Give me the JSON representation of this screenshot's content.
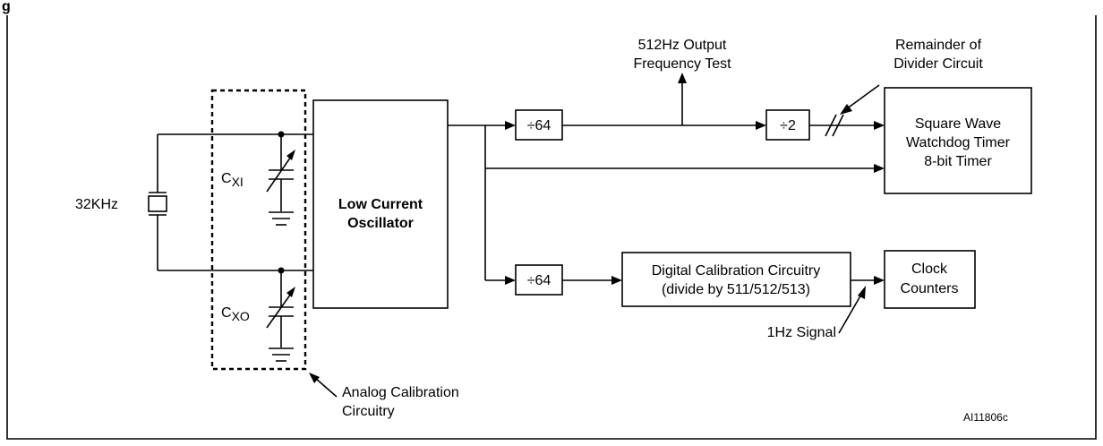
{
  "figure": {
    "title_fragment": "g"
  },
  "components": {
    "crystal": "32KHz",
    "oscillator_line1": "Low Current",
    "oscillator_line2": "Oscillator",
    "cap_xi_main": "C",
    "cap_xi_sub": "XI",
    "cap_xo_main": "C",
    "cap_xo_sub": "XO",
    "divider_64_top": "÷64",
    "divider_64_bottom": "÷64",
    "divider_2": "÷2",
    "square_wave_line1": "Square Wave",
    "square_wave_line2": "Watchdog Timer",
    "square_wave_line3": "8-bit Timer",
    "digital_cal_line1": "Digital Calibration Circuitry",
    "digital_cal_line2": "(divide by 511/512/513)",
    "clock_counters_line1": "Clock",
    "clock_counters_line2": "Counters"
  },
  "annotations": {
    "output_test_line1": "512Hz Output",
    "output_test_line2": "Frequency Test",
    "remainder_line1": "Remainder of",
    "remainder_line2": "Divider Circuit",
    "one_hz": "1Hz Signal",
    "analog_cal_line1": "Analog Calibration",
    "analog_cal_line2": "Circuitry",
    "figure_id": "AI11806c"
  }
}
